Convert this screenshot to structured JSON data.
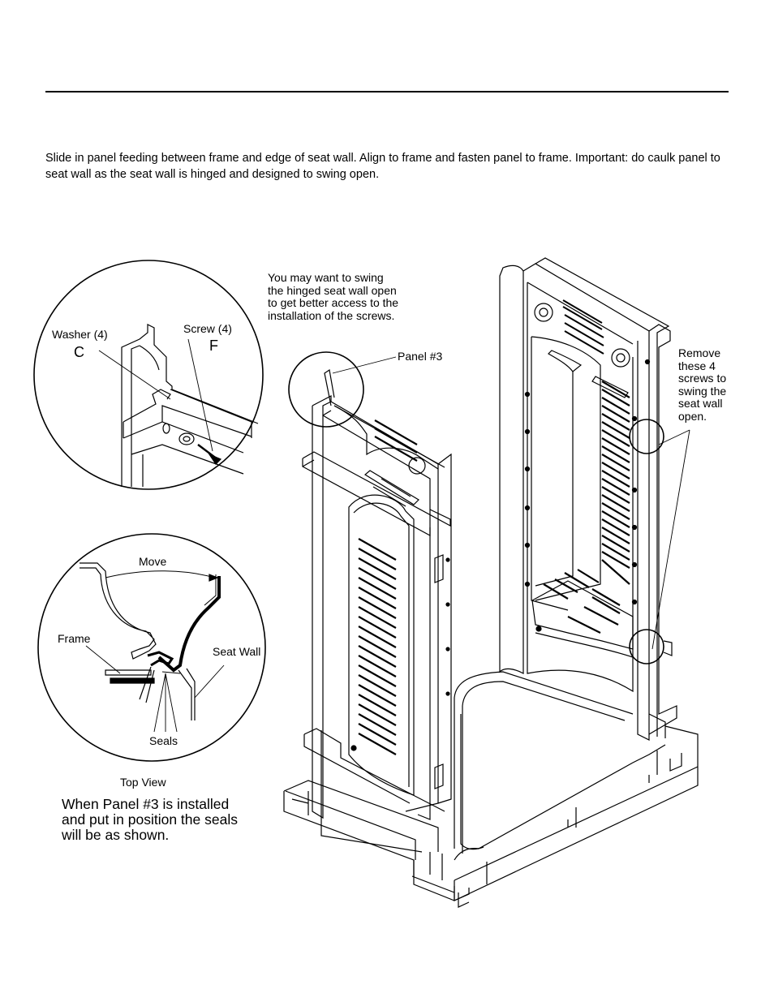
{
  "instructions": "Slide in panel feeding between frame and edge of seat wall.  Align to frame and fasten panel to frame.  Important: do caulk panel to seat wall as the seat wall is hinged and designed to swing open.",
  "detail_top": {
    "washer_label": "Washer (4)",
    "washer_letter": "C",
    "screw_label": "Screw (4)",
    "screw_letter": "F"
  },
  "detail_bottom": {
    "move_label": "Move",
    "frame_label": "Frame",
    "seat_wall_label": "Seat Wall",
    "seals_label": "Seals",
    "caption": "Top View"
  },
  "seals_note": "When Panel #3 is installed\nand put in position the seals\nwill be as shown.",
  "main": {
    "swing_note": "You may want to swing\nthe hinged seat wall open\nto get better access to the\ninstallation of the screws.",
    "panel_label": "Panel #3",
    "remove_note": "Remove\nthese 4\nscrews to\nswing the\nseat wall\nopen."
  }
}
